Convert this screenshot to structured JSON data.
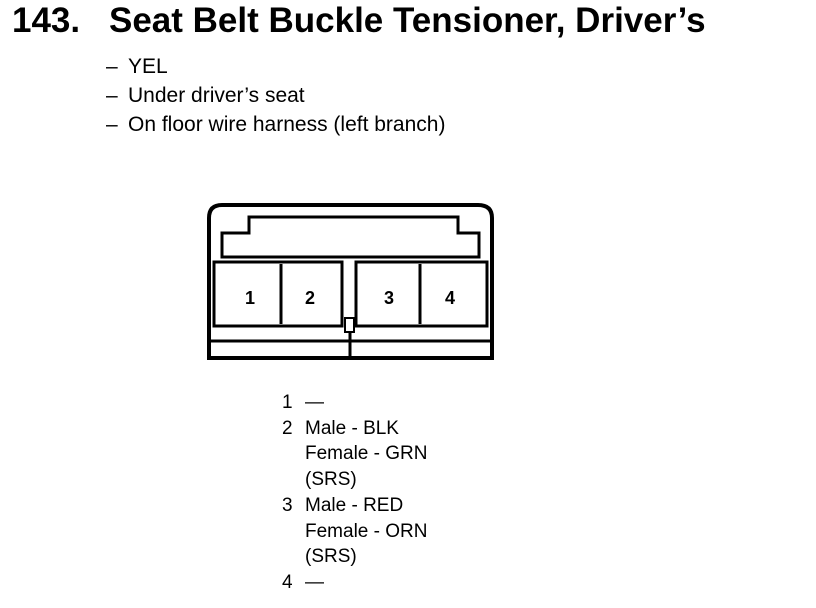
{
  "component": {
    "number": "143.",
    "name": "Seat Belt Buckle Tensioner, Driver’s"
  },
  "details": [
    {
      "dash": "–",
      "text": "YEL"
    },
    {
      "dash": "–",
      "text": "Under driver’s seat"
    },
    {
      "dash": "–",
      "text": "On floor wire harness (left branch)"
    }
  ],
  "connector": {
    "cavities": [
      "1",
      "2",
      "3",
      "4"
    ]
  },
  "pins": [
    {
      "number": "1",
      "lines": [
        "—"
      ]
    },
    {
      "number": "2",
      "lines": [
        "Male - BLK",
        "Female - GRN",
        "(SRS)"
      ]
    },
    {
      "number": "3",
      "lines": [
        "Male - RED",
        "Female - ORN",
        "(SRS)"
      ]
    },
    {
      "number": "4",
      "lines": [
        "—"
      ]
    }
  ]
}
